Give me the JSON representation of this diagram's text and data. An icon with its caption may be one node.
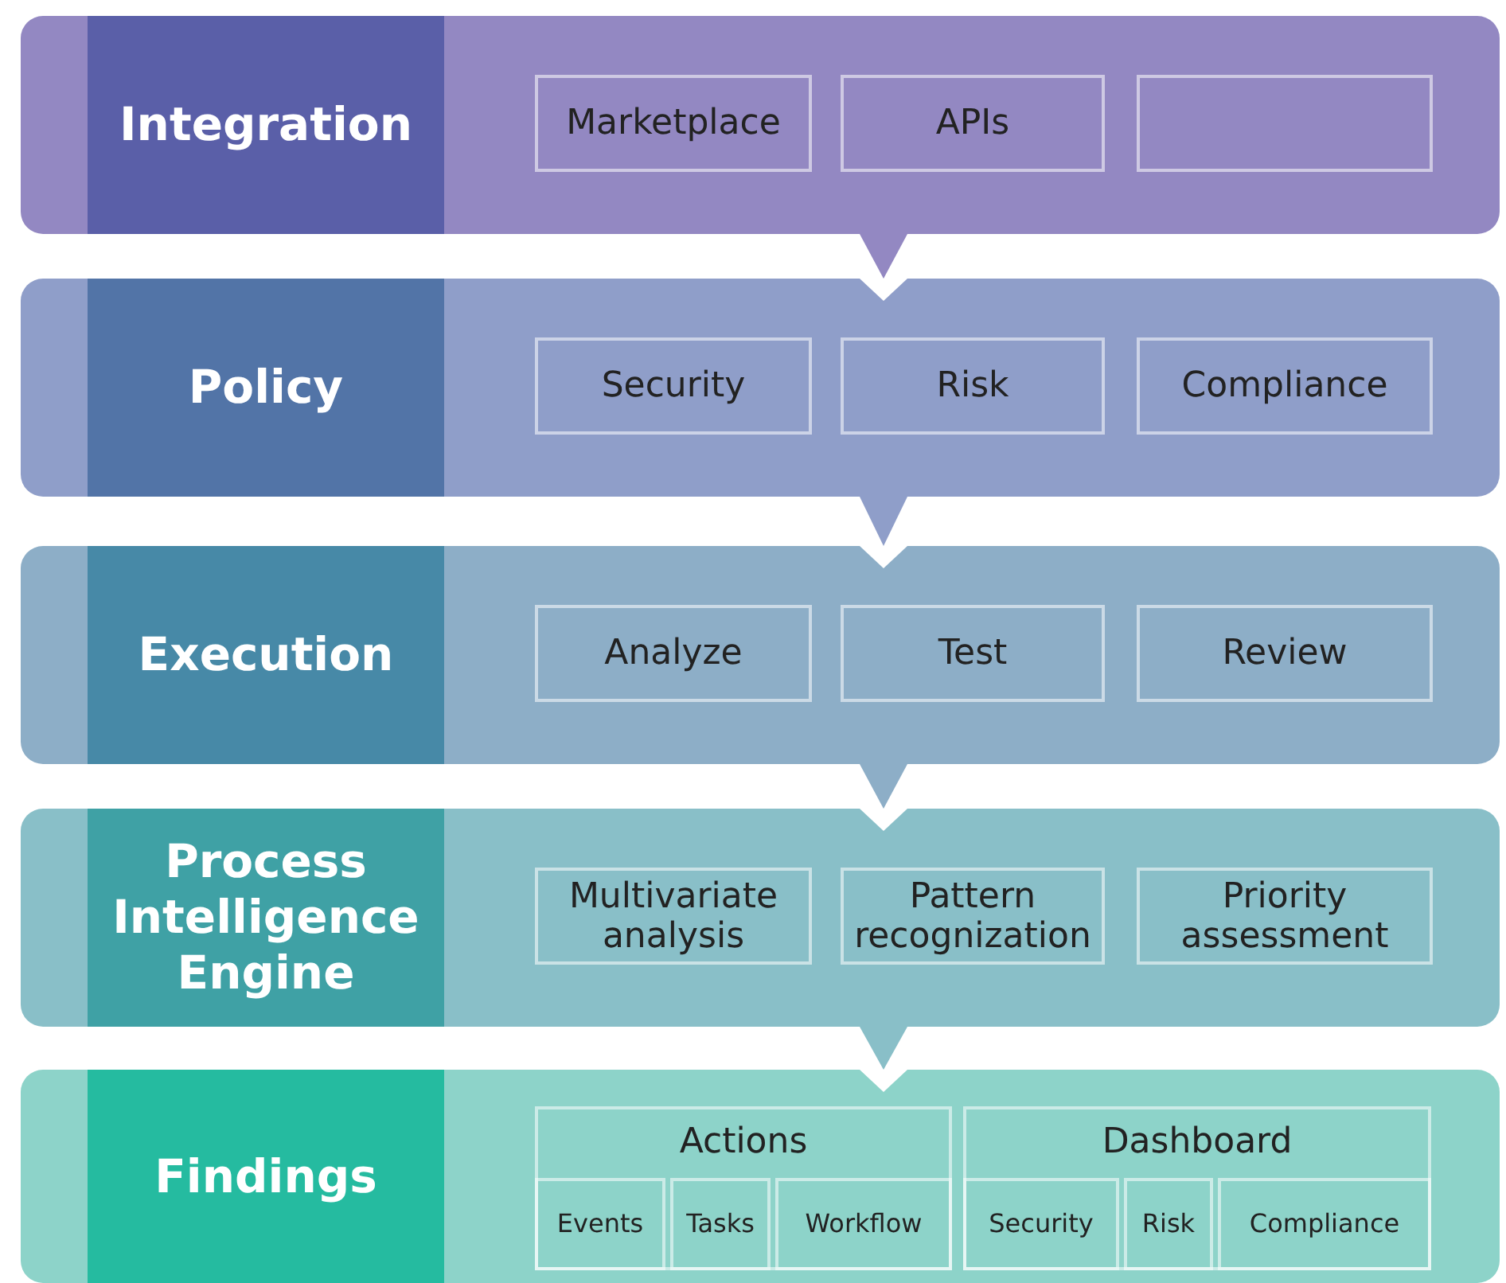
{
  "diagram": {
    "nodes": [
      {
        "text": [
          "Integration"
        ]
      },
      {
        "text": [
          "Marketplace"
        ],
        "in": 0
      },
      {
        "text": [
          "APIs"
        ],
        "in": 0
      },
      {
        "text": [],
        "shape": "box",
        "in": 0
      },
      {
        "text": [
          "Policy"
        ]
      },
      {
        "text": [
          "Security"
        ],
        "in": 4
      },
      {
        "text": [
          "Risk"
        ],
        "in": 4
      },
      {
        "text": [
          "Compliance"
        ],
        "in": 4
      },
      {
        "text": [
          "Execution"
        ]
      },
      {
        "text": [
          "Analyze"
        ],
        "in": 8
      },
      {
        "text": [
          "Test"
        ],
        "in": 8
      },
      {
        "text": [
          "Review"
        ],
        "in": 8
      },
      {
        "text": [
          "Process Intelligence Engine"
        ]
      },
      {
        "text": [
          "Multivariate analysis"
        ],
        "in": 12
      },
      {
        "text": [
          "Pattern recognization"
        ],
        "in": 12
      },
      {
        "text": [
          "Priority assessment"
        ],
        "in": 12
      },
      {
        "text": [
          "Findings"
        ]
      },
      {
        "text": [
          "Actions"
        ],
        "in": 16
      },
      {
        "text": [
          "Events"
        ],
        "in": 17
      },
      {
        "text": [
          "Tasks"
        ],
        "in": 17
      },
      {
        "text": [
          "Workflow"
        ],
        "in": 17
      },
      {
        "text": [
          "Dashboard"
        ],
        "in": 16
      },
      {
        "text": [
          "Security"
        ],
        "in": 21
      },
      {
        "text": [
          "Risk"
        ],
        "in": 21
      },
      {
        "text": [
          "Compliance"
        ],
        "in": 21
      }
    ],
    "edges": [
      {
        "from": 0,
        "to": 4,
        "arrow": "to"
      },
      {
        "from": 4,
        "to": 8,
        "arrow": "to"
      },
      {
        "from": 8,
        "to": 12,
        "arrow": "to"
      },
      {
        "from": 12,
        "to": 16,
        "arrow": "to"
      }
    ]
  }
}
